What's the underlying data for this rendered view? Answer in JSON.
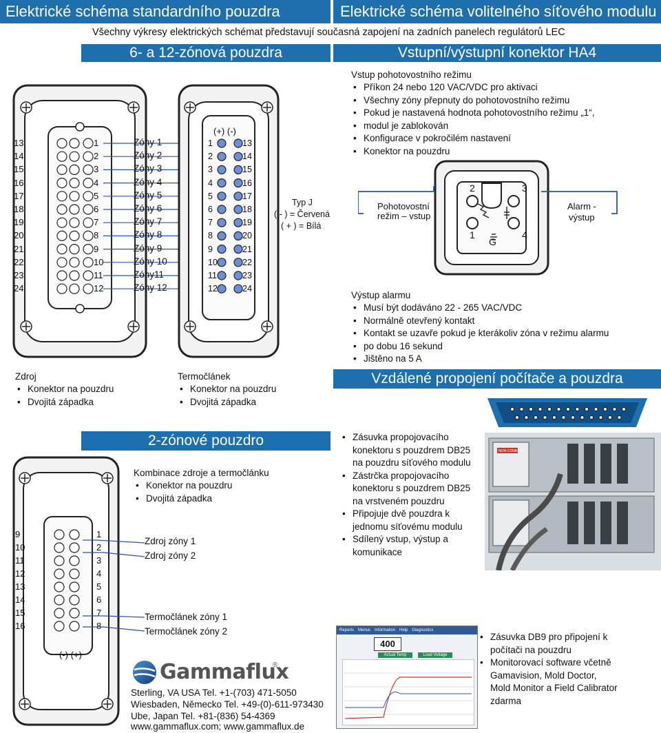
{
  "header": {
    "left_title": "Elektrické schéma standardního pouzdra",
    "right_title": "Elektrické schéma volitelného síťového modulu",
    "subtitle": "Všechny výkresy elektrických schémat představují současná zapojení na zadních panelech regulátorů LEC"
  },
  "section_6_12": {
    "title": "6- a 12-zónová pouzdra",
    "left_numbers": [
      "13",
      "14",
      "15",
      "16",
      "17",
      "18",
      "19",
      "20",
      "21",
      "22",
      "23",
      "24"
    ],
    "right_numbers": [
      "1",
      "2",
      "3",
      "4",
      "5",
      "6",
      "7",
      "8",
      "9",
      "10",
      "11",
      "12"
    ],
    "zones": [
      "Zóny 1",
      "Zóny 2",
      "Zóny 3",
      "Zóny 4",
      "Zóny 5",
      "Zóny 6",
      "Zóny 7",
      "Zóny 8",
      "Zóny 9",
      "Zóny 10",
      "Zóny11",
      "Zóny 12"
    ],
    "polarity_header": "(+) (-)",
    "tc_left": [
      "1",
      "2",
      "3",
      "4",
      "5",
      "6",
      "7",
      "8",
      "9",
      "10",
      "11",
      "12"
    ],
    "tc_right": [
      "13",
      "14",
      "15",
      "16",
      "17",
      "18",
      "19",
      "20",
      "21",
      "22",
      "23",
      "24"
    ],
    "type_label": "Typ J",
    "type_neg": "( - ) = Červená",
    "type_pos": "( + ) = Bílá",
    "zdroj": {
      "title": "Zdroj",
      "items": [
        "Konektor na pouzdru",
        "Dvojitá západka"
      ]
    },
    "termoclanek": {
      "title": "Termočlánek",
      "items": [
        "Konektor na pouzdru",
        "Dvojitá západka"
      ]
    }
  },
  "section_2zone": {
    "title": "2-zónové pouzdro",
    "left_numbers": [
      "9",
      "10",
      "11",
      "12",
      "13",
      "14",
      "15",
      "16"
    ],
    "right_numbers": [
      "1",
      "2",
      "3",
      "4",
      "5",
      "6",
      "7",
      "8"
    ],
    "polarity_footer": "(-) (+)",
    "combo_title": "Kombinace zdroje a termočlánku",
    "combo_items": [
      "Konektor na pouzdru",
      "Dvojitá západka"
    ],
    "power_1": "Zdroj zóny 1",
    "power_2": "Zdroj zóny 2",
    "tc_1": "Termočlánek zóny 1",
    "tc_2": "Termočlánek zóny 2"
  },
  "company": {
    "logo": "Gammaflux",
    "reg": "®",
    "lines": [
      "Sterling, VA USA Tel. +1-(703) 471-5050",
      "Wiesbaden, Německo Tel. +49-(0)-611-973430",
      "Ube, Japan Tel. +81-(836) 54-4369",
      "www.gammaflux.com; www.gammaflux.de"
    ]
  },
  "section_ha4": {
    "title": "Vstupní/výstupní konektor HA4",
    "standby_title": "Vstup pohotovostního režimu",
    "standby_items": [
      "Příkon 24 nebo 120 VAC/VDC pro aktivaci",
      "Všechny zóny přepnuty do pohotovostního režimu",
      "Pokud je nastavená hodnota pohotovostního režimu „1“,",
      "Konfigurace v pokročilém nastavení",
      "Konektor na pouzdru"
    ],
    "standby_cont": "modul je zablokován",
    "pin_2": "2",
    "pin_3": "3",
    "pin_1": "1",
    "pin_4": "4",
    "pin_g": "G",
    "standby_label_1": "Pohotovostní",
    "standby_label_2": "režim – vstup",
    "alarm_label_1": "Alarm -",
    "alarm_label_2": "výstup",
    "alarm_title": "Výstup alarmu",
    "alarm_items": [
      "Musí být dodáváno 22 - 265 VAC/VDC",
      "Normálně otevřený kontakt",
      "Kontakt se uzavře pokud je kterákoliv zóna v režimu alarmu",
      "Jištěno na 5 A"
    ],
    "alarm_cont": "po dobu 16 sekund"
  },
  "section_remote": {
    "title": "Vzdálené propojení počítače a pouzdra",
    "items": [
      [
        "Zásuvka propojovacího",
        "konektoru s pouzdrem DB25",
        "na pouzdru síťového modulu"
      ],
      [
        "Zástrčka propojovacího",
        "konektoru s pouzdrem DB25",
        "na vrstveném pouzdru"
      ],
      [
        "Připojuje dvě pouzdra k",
        "jednomu síťovému modulu"
      ],
      [
        "Sdílený vstup, výstup a",
        "komunikace"
      ]
    ],
    "db9_items": [
      [
        "Zásuvka DB9 pro připojení k",
        "počítači na pouzdru"
      ],
      [
        "Monitorovací software včetně",
        "Gamavision, Mold Doctor,",
        "Mold Monitor a Field Calibrator",
        "zdarma"
      ]
    ],
    "photo_label": "NON-CONNECT",
    "sw_value": "400",
    "sw_tabs": [
      "Reports",
      "Menus",
      "Information",
      "Help",
      "Diagnostics"
    ],
    "sw_fields": [
      "Actual Temp",
      "Load Voltage"
    ]
  },
  "colors": {
    "accent": "#1d6fae",
    "wire": "#2a52b0",
    "terminal": "#6c8fd6"
  }
}
